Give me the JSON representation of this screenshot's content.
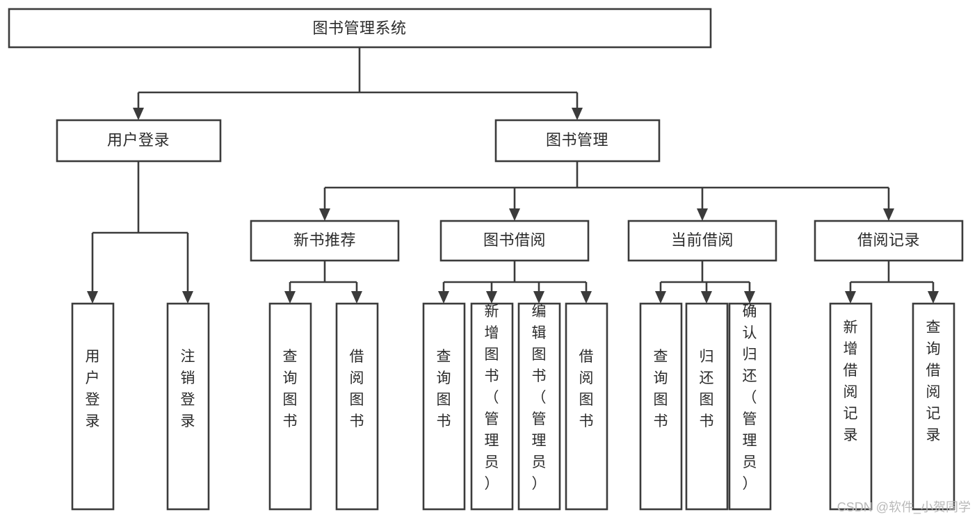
{
  "diagram": {
    "type": "tree-hierarchy",
    "title": "图书管理系统",
    "orientation": "top-down",
    "colors": {
      "stroke": "#3b3b3b",
      "box_fill": "#ffffff",
      "text": "#2b2b2b",
      "background": "#ffffff",
      "watermark": "#b9b9b9"
    },
    "levels": {
      "root": {
        "label": "图书管理系统"
      },
      "level2": [
        {
          "label": "用户登录"
        },
        {
          "label": "图书管理"
        }
      ],
      "level3": [
        {
          "label": "新书推荐"
        },
        {
          "label": "图书借阅"
        },
        {
          "label": "当前借阅"
        },
        {
          "label": "借阅记录"
        }
      ],
      "leaves": {
        "user_login": [
          {
            "label": "用户登录"
          },
          {
            "label": "注销登录"
          }
        ],
        "new_book_recommend": [
          {
            "label": "查询图书"
          },
          {
            "label": "借阅图书"
          }
        ],
        "book_borrow": [
          {
            "label": "查询图书"
          },
          {
            "label": "新增图书（管理员）"
          },
          {
            "label": "编辑图书（管理员）"
          },
          {
            "label": "借阅图书"
          }
        ],
        "current_borrow": [
          {
            "label": "查询图书"
          },
          {
            "label": "归还图书"
          },
          {
            "label": "确认归还（管理员）"
          }
        ],
        "borrow_record": [
          {
            "label": "新增借阅记录"
          },
          {
            "label": "查询借阅记录"
          }
        ]
      }
    }
  },
  "watermark": {
    "text": "CSDN @软件_小贺同学"
  }
}
